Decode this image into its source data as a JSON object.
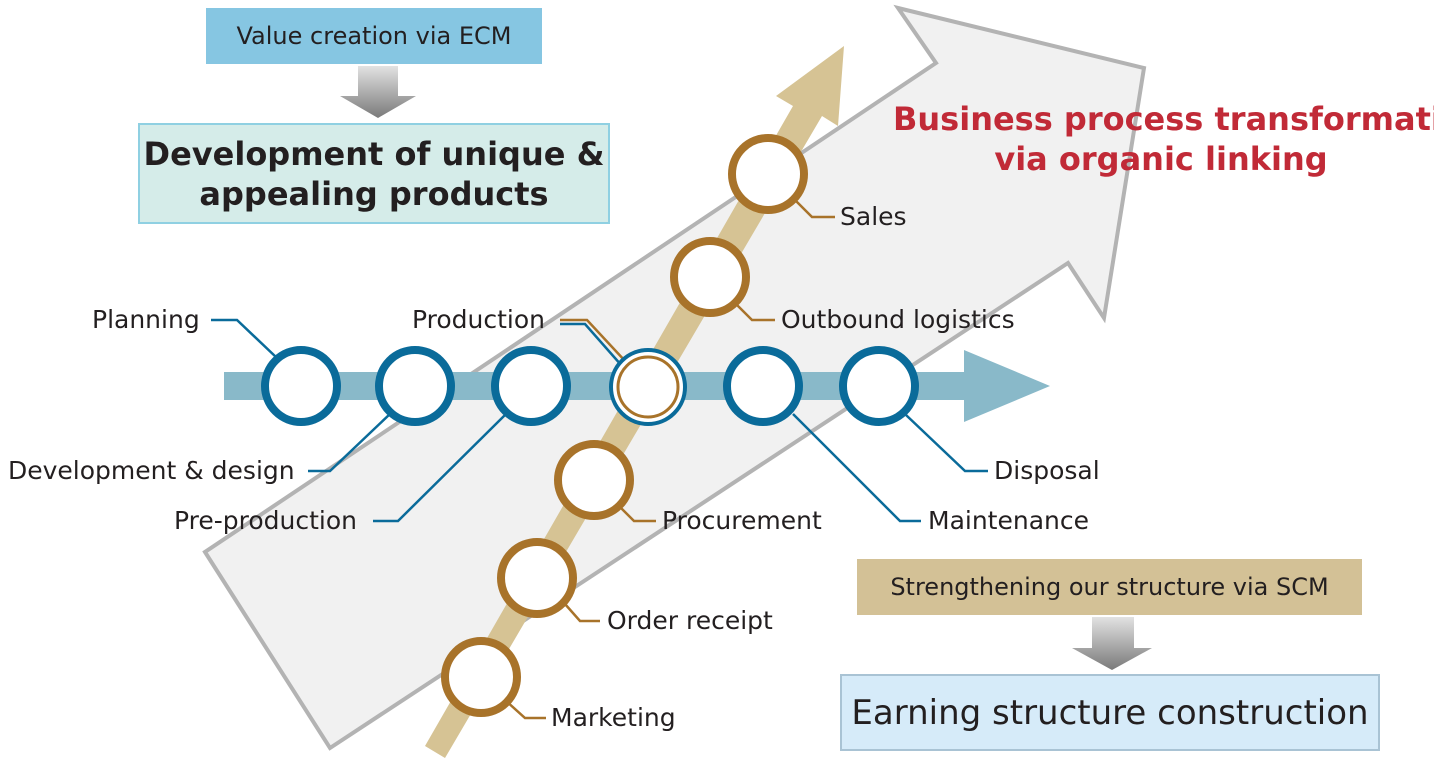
{
  "header": {
    "ecm_label": "Value creation via ECM",
    "ecm_result": "Development of unique &\nappealing products"
  },
  "footer": {
    "scm_label": "Strengthening our structure via SCM",
    "scm_result": "Earning structure construction"
  },
  "big_arrow_title": [
    "Business process transformation",
    "via organic linking"
  ],
  "horizontal_flow": {
    "color": "#0a6b9a",
    "band_color": "#89b9c9",
    "nodes": [
      "Planning",
      "Development & design",
      "Pre-production",
      "Production",
      "Maintenance",
      "Disposal"
    ]
  },
  "diagonal_flow": {
    "color": "#a8732a",
    "band_color": "#d6c394",
    "nodes": [
      "Marketing",
      "Order receipt",
      "Procurement",
      "Outbound logistics",
      "Sales"
    ]
  },
  "colors": {
    "title_red": "#c12a37",
    "big_arrow_fill": "#f1f1f1",
    "big_arrow_stroke": "#b3b3b3"
  }
}
